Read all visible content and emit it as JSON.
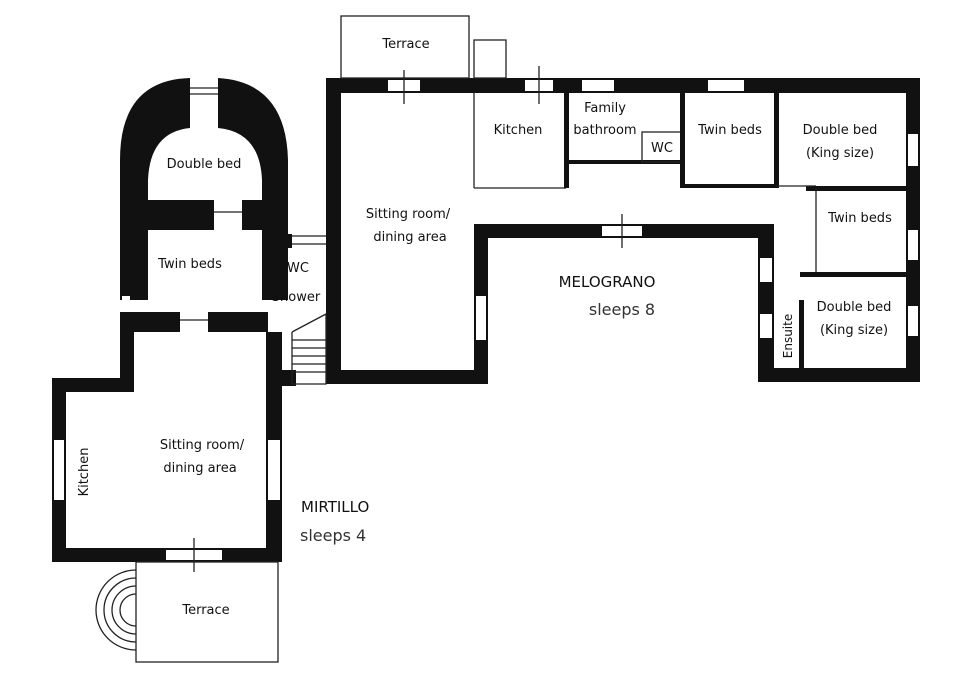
{
  "properties": {
    "melograno": {
      "name": "MELOGRANO",
      "sleeps": "sleeps 8"
    },
    "mirtillo": {
      "name": "MIRTILLO",
      "sleeps": "sleeps 4"
    }
  },
  "rooms": {
    "terrace_top": "Terrace",
    "kitchen_melograno": "Kitchen",
    "family_bathroom_line1": "Family",
    "family_bathroom_line2": "bathroom",
    "wc_melograno": "WC",
    "twin_beds_top": "Twin beds",
    "double_bed_king_top_line1": "Double bed",
    "double_bed_king_top_line2": "(King size)",
    "twin_beds_right": "Twin beds",
    "double_bed_king_bottom_line1": "Double bed",
    "double_bed_king_bottom_line2": "(King size)",
    "ensuite": "Ensuite",
    "sitting_melograno_line1": "Sitting room/",
    "sitting_melograno_line2": "dining area",
    "double_bed_mirtillo": "Double bed",
    "twin_beds_mirtillo": "Twin beds",
    "wc_mirtillo": "WC",
    "shower_mirtillo": "Shower",
    "sitting_mirtillo_line1": "Sitting room/",
    "sitting_mirtillo_line2": "dining area",
    "kitchen_mirtillo": "Kitchen",
    "terrace_bottom": "Terrace"
  }
}
